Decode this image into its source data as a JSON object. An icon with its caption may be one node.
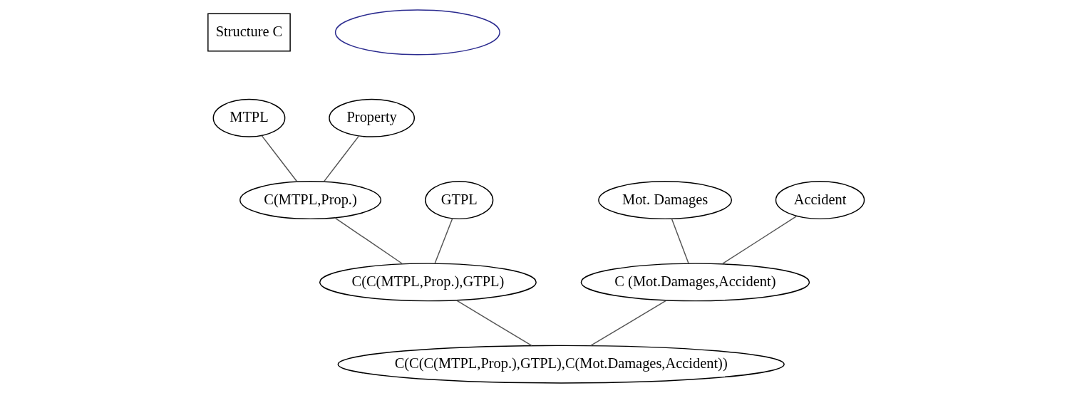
{
  "diagram": {
    "nodes": [
      {
        "text": [
          "Structure C"
        ]
      },
      {
        "text": [
          "MTPL"
        ]
      },
      {
        "text": [
          "Property"
        ]
      },
      {
        "text": [
          "C(MTPL,Prop.)"
        ]
      },
      {
        "text": [
          "GTPL"
        ]
      },
      {
        "text": [
          "Mot. Damages"
        ]
      },
      {
        "text": [
          "Accident"
        ]
      },
      {
        "text": [
          "C(C(MTPL,Prop.),GTPL)"
        ]
      },
      {
        "text": [
          "C (Mot.Damages,Accident)"
        ]
      },
      {
        "text": [
          "C(C(C(MTPL,Prop.),GTPL),C(Mot.Damages,Accident))"
        ]
      },
      {
        "text": [],
        "shape": "ellipse"
      }
    ],
    "edges": [
      {
        "from": 1,
        "to": 3,
        "arrow": "none"
      },
      {
        "from": 2,
        "to": 3,
        "arrow": "none"
      },
      {
        "from": 3,
        "to": 7,
        "arrow": "none"
      },
      {
        "from": 4,
        "to": 7,
        "arrow": "none"
      },
      {
        "from": 5,
        "to": 8,
        "arrow": "none"
      },
      {
        "from": 6,
        "to": 8,
        "arrow": "none"
      },
      {
        "from": 7,
        "to": 9,
        "arrow": "none"
      },
      {
        "from": 8,
        "to": 9,
        "arrow": "none"
      }
    ]
  }
}
